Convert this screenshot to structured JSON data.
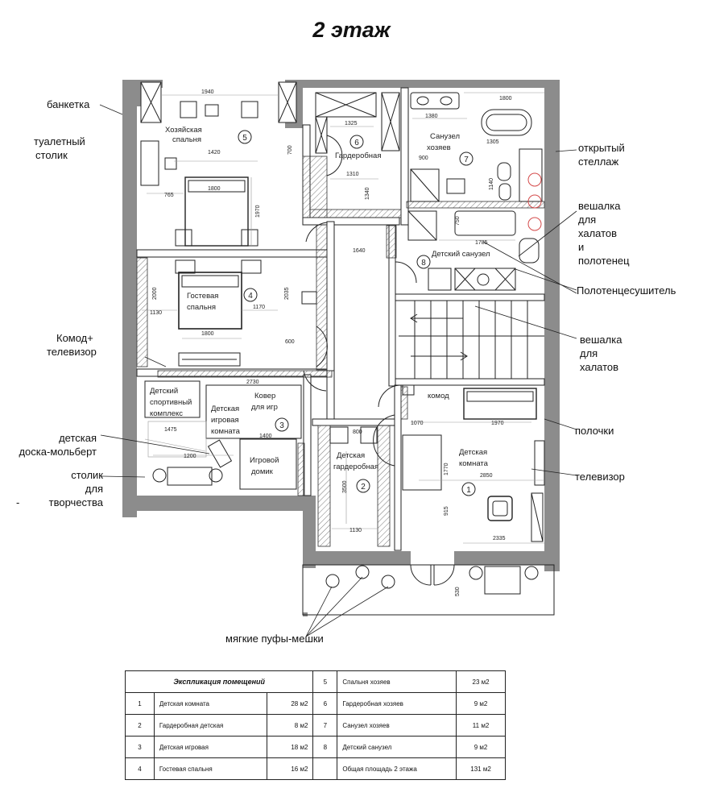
{
  "title": "2 этаж",
  "callouts": {
    "banketka": "банкетка",
    "tualetny_stolik": [
      "туалетный",
      "столик"
    ],
    "komod_tv": [
      "Комод+",
      "телевизор"
    ],
    "detskaya_doska": [
      "детская",
      "доска-мольберт"
    ],
    "stolik_tvorchestva": [
      "столик",
      "для",
      "творчества"
    ],
    "dash": "-",
    "otkryty_stellazh": [
      "открытый",
      "стеллаж"
    ],
    "veshalka_khalatov_polotenets": [
      "вешалка",
      "для",
      "халатов",
      "и",
      "полотенец"
    ],
    "polotentsesushitel": "Полотенцесушитель",
    "veshalka_khalatov": [
      "вешалка",
      "для",
      "халатов"
    ],
    "polochki": "полочки",
    "televizor": "телевизор",
    "pufy": "мягкие пуфы-мешки"
  },
  "rooms": {
    "r5": [
      "Хозяйская",
      "спальня"
    ],
    "r6": "Гардеробная",
    "r7": [
      "Санузел",
      "хозяев"
    ],
    "r4": [
      "Гостевая",
      "спальня"
    ],
    "r8": "Детский санузел",
    "r3a": [
      "Детский",
      "спортивный",
      "комплекс"
    ],
    "r3b": [
      "Детская",
      "игровая",
      "комната"
    ],
    "r3c": [
      "Ковер",
      "для игр"
    ],
    "r3d": [
      "Игровой",
      "домик"
    ],
    "r2": [
      "Детская",
      "гардеробная"
    ],
    "r1": [
      "Детская",
      "комната"
    ],
    "komod": "комод"
  },
  "room_numbers": [
    "5",
    "6",
    "7",
    "4",
    "8",
    "3",
    "2",
    "1"
  ],
  "dims": [
    "1940",
    "1420",
    "1800",
    "765",
    "1970",
    "1325",
    "1310",
    "1340",
    "1380",
    "1800",
    "1305",
    "1140",
    "1785",
    "1640",
    "1130",
    "1170",
    "1800",
    "2035",
    "2000",
    "600",
    "2730",
    "1475",
    "1400",
    "1200",
    "1070",
    "1970",
    "2850",
    "1770",
    "2335",
    "1130",
    "3500",
    "800",
    "915",
    "530",
    "700",
    "900",
    "750"
  ],
  "table": {
    "header": "Экспликация помещений",
    "rows_left": [
      {
        "num": "1",
        "name": "Детская комната",
        "area": "28  м2"
      },
      {
        "num": "2",
        "name": "Гардеробная детская",
        "area": "8  м2"
      },
      {
        "num": "3",
        "name": "Детская игровая",
        "area": "18  м2"
      },
      {
        "num": "4",
        "name": "Гостевая спальня",
        "area": "16  м2"
      }
    ],
    "rows_right": [
      {
        "num": "5",
        "name": "Спальня хозяев",
        "area": "23 м2"
      },
      {
        "num": "6",
        "name": "Гардеробная хозяев",
        "area": "9 м2"
      },
      {
        "num": "7",
        "name": "Санузел хозяев",
        "area": "11 м2"
      },
      {
        "num": "8",
        "name": "Детский санузел",
        "area": "9 м2"
      }
    ],
    "total_label": "Общая площадь   2 этажа",
    "total_area": "131 м2"
  },
  "colors": {
    "wall": "#8c8c8c",
    "line": "#222222",
    "dim": "#9a9a9a",
    "accent": "#d44a4a"
  }
}
